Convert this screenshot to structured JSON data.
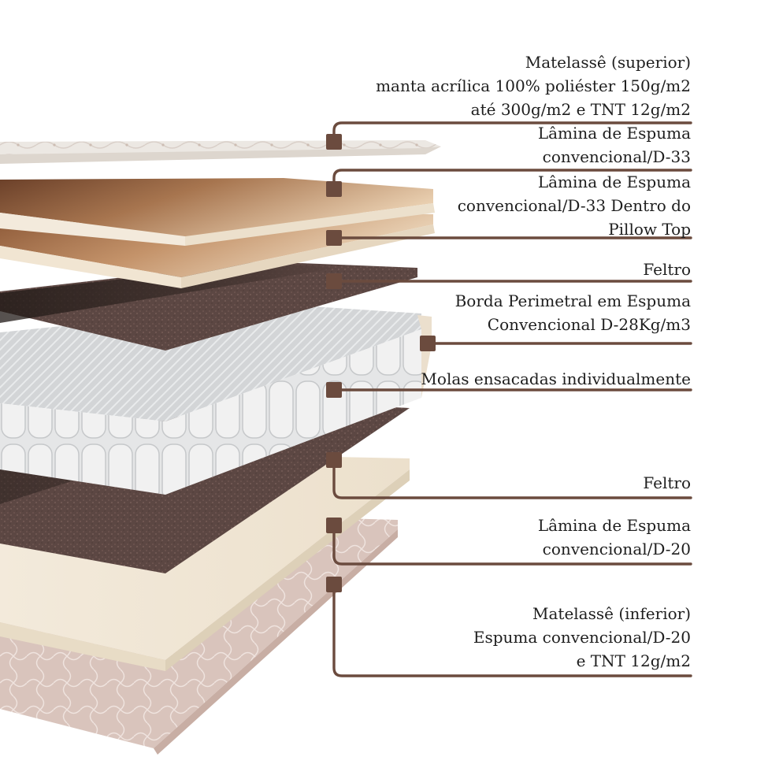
{
  "colors": {
    "leader": "#6b4b3e",
    "text": "#1e1e1e",
    "top_quilt": "#ece8e3",
    "foam": "#f2e8d8",
    "foam_edge": "#9a6f4d",
    "felt": "#5a4541",
    "spring": "#d6d8da",
    "bottom_quilt": "#d8c2ba"
  },
  "callouts": [
    {
      "id": "matelasse-superior",
      "lines": [
        "Matelassê (superior)",
        "manta acrílica 100% poliéster 150g/m2",
        "até 300g/m2 e TNT 12g/m2"
      ]
    },
    {
      "id": "lamina-d33",
      "lines": [
        "Lâmina de Espuma",
        "convencional/D-33"
      ]
    },
    {
      "id": "lamina-d33-pillow",
      "lines": [
        "Lâmina de Espuma",
        "convencional/D-33 Dentro do",
        "Pillow Top"
      ]
    },
    {
      "id": "feltro-superior",
      "lines": [
        "Feltro"
      ]
    },
    {
      "id": "borda-perimetral",
      "lines": [
        "Borda Perimetral em Espuma",
        "Convencional D-28Kg/m3"
      ]
    },
    {
      "id": "molas",
      "lines": [
        "Molas ensacadas individualmente"
      ]
    },
    {
      "id": "feltro-inferior",
      "lines": [
        "Feltro"
      ]
    },
    {
      "id": "lamina-d20",
      "lines": [
        "Lâmina de Espuma",
        "convencional/D-20"
      ]
    },
    {
      "id": "matelasse-inferior",
      "lines": [
        "Matelassê (inferior)",
        "Espuma convencional/D-20",
        "e TNT 12g/m2"
      ]
    }
  ]
}
